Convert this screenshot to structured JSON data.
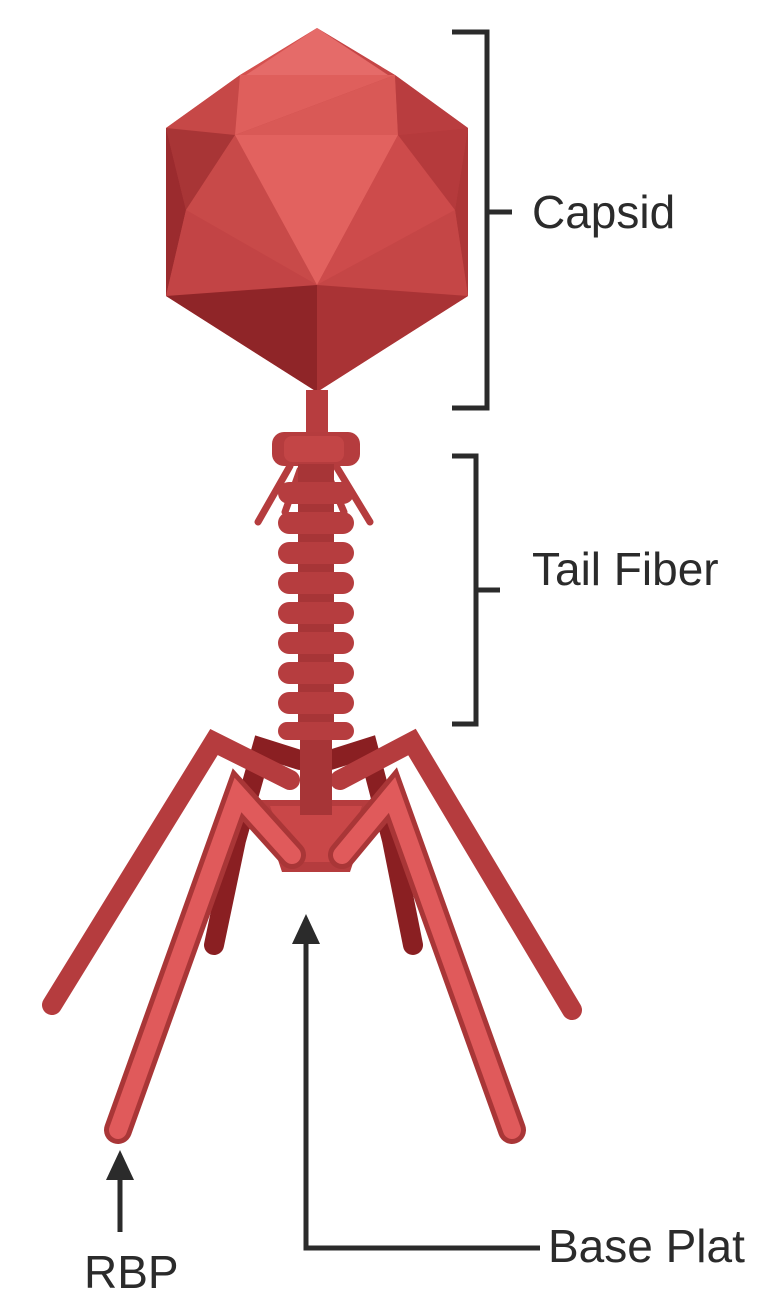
{
  "labels": {
    "capsid": "Capsid",
    "tail_fiber": "Tail Fiber",
    "base_plate": "Base Plat",
    "rbp": "RBP"
  },
  "colors": {
    "capsid_face_light": "#e2625f",
    "capsid_face_mid": "#cf4c4b",
    "capsid_face_dark": "#a83536",
    "capsid_face_darkest": "#8f2528",
    "tail": "#b53c3e",
    "tail_dark": "#8a1f22",
    "leg_light": "#d95456",
    "leg_outline": "#a93637",
    "line": "#2b2b2b"
  }
}
